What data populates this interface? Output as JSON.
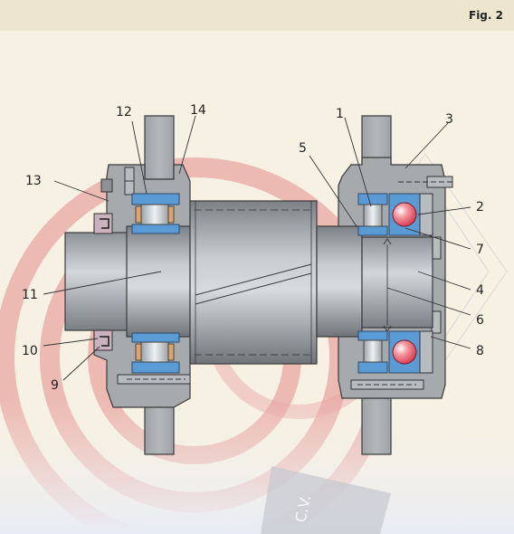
{
  "figure": {
    "label": "Fig. 2",
    "watermark_text": "C.V."
  },
  "callouts": [
    {
      "id": "1",
      "text": "1"
    },
    {
      "id": "2",
      "text": "2"
    },
    {
      "id": "3",
      "text": "3"
    },
    {
      "id": "4",
      "text": "4"
    },
    {
      "id": "5",
      "text": "5"
    },
    {
      "id": "6",
      "text": "6"
    },
    {
      "id": "7",
      "text": "7"
    },
    {
      "id": "8",
      "text": "8"
    },
    {
      "id": "9",
      "text": "9"
    },
    {
      "id": "10",
      "text": "10"
    },
    {
      "id": "11",
      "text": "11"
    },
    {
      "id": "12",
      "text": "12"
    },
    {
      "id": "13",
      "text": "13"
    },
    {
      "id": "14",
      "text": "14"
    }
  ],
  "colors": {
    "housing": "#a9acaf",
    "housing_stroke": "#3a3a3a",
    "shaft": "#9aa0a4",
    "bearing_ring": "#5b9bd5",
    "roller": "#c8cfd4",
    "ball": "#e7475a",
    "seal": "#c44b5d",
    "watermark": "#e8a7a4",
    "background": "#f6f1e3",
    "header": "#eee5ce"
  }
}
